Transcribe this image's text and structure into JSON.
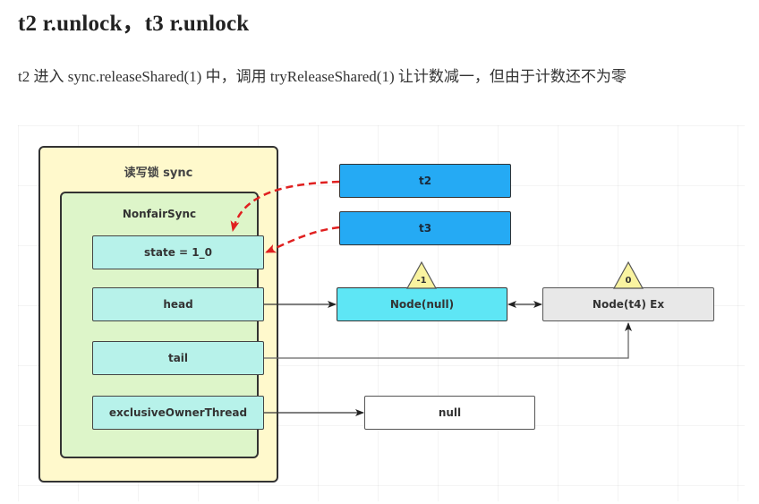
{
  "title": "t2 r.unlock，t3 r.unlock",
  "paragraph": "t2 进入 sync.releaseShared(1) 中，调用 tryReleaseShared(1) 让计数减一，但由于计数还不为零",
  "diagram": {
    "outer_label": "读写锁 sync",
    "inner_label": "NonfairSync",
    "fields": {
      "state": "state = 1_0",
      "head": "head",
      "tail": "tail",
      "owner": "exclusiveOwnerThread"
    },
    "threads": [
      "t2",
      "t3"
    ],
    "nodes": {
      "node_null": {
        "label": "Node(null)",
        "wait_status": "-1"
      },
      "node_t4": {
        "label": "Node(t4) Ex",
        "wait_status": "0"
      }
    },
    "owner_value": "null",
    "colors": {
      "outer_fill": "#fff9cc",
      "inner_fill": "#ddf5c9",
      "field_fill": "#b7f2ea",
      "thread_fill": "#25aaf4",
      "node_null_fill": "#5ee6f5",
      "node_t4_fill": "#e8e8e8",
      "triangle_fill": "#f9f3a0",
      "dashed_arrow": "#e02020"
    }
  }
}
